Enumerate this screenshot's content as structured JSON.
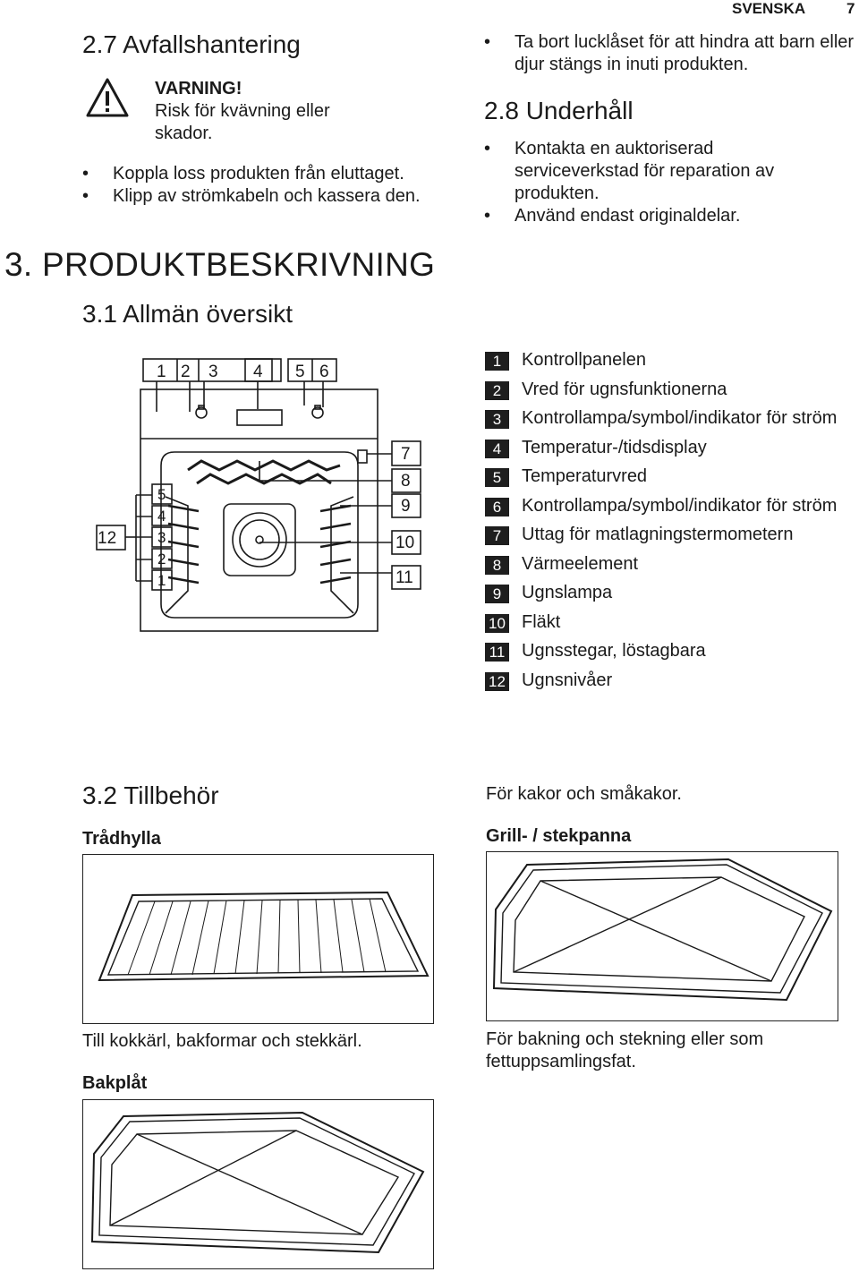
{
  "header": {
    "language": "SVENSKA",
    "page_number": "7"
  },
  "sec27": {
    "title": "2.7 Avfallshantering",
    "warning_title": "VARNING!",
    "warning_text": "Risk för kvävning eller skador.",
    "bullets": [
      "Koppla loss produkten från eluttaget.",
      "Klipp av strömkabeln och kassera den."
    ]
  },
  "sec27_right": {
    "bullets": [
      "Ta bort lucklåset för att hindra att barn eller djur stängs in inuti produkten."
    ]
  },
  "sec28": {
    "title": "2.8 Underhåll",
    "bullets": [
      "Kontakta en auktoriserad serviceverkstad för reparation av produkten.",
      "Använd endast originaldelar."
    ]
  },
  "sec3": {
    "title": "3. PRODUKTBESKRIVNING"
  },
  "sec31": {
    "title": "3.1 Allmän översikt",
    "diagram_callouts": {
      "top": [
        "1",
        "2",
        "3",
        "4",
        "5",
        "6"
      ],
      "right": [
        "7",
        "8",
        "9",
        "10",
        "11"
      ],
      "left": "12",
      "levels": [
        "5",
        "4",
        "3",
        "2",
        "1"
      ]
    },
    "legend": [
      {
        "num": "1",
        "label": "Kontrollpanelen"
      },
      {
        "num": "2",
        "label": "Vred för ugnsfunktionerna"
      },
      {
        "num": "3",
        "label": "Kontrollampa/symbol/indikator för ström"
      },
      {
        "num": "4",
        "label": "Temperatur-/tidsdisplay"
      },
      {
        "num": "5",
        "label": "Temperaturvred"
      },
      {
        "num": "6",
        "label": "Kontrollampa/symbol/indikator för ström"
      },
      {
        "num": "7",
        "label": "Uttag för matlagningstermometern"
      },
      {
        "num": "8",
        "label": "Värmeelement"
      },
      {
        "num": "9",
        "label": "Ugnslampa"
      },
      {
        "num": "10",
        "label": "Fläkt"
      },
      {
        "num": "11",
        "label": "Ugnsstegar, löstagbara"
      },
      {
        "num": "12",
        "label": "Ugnsnivåer"
      }
    ]
  },
  "sec32": {
    "title": "3.2 Tillbehör",
    "items": [
      {
        "name": "Trådhylla",
        "desc": "Till kokkärl, bakformar och stekkärl."
      },
      {
        "name": "Bakplåt",
        "desc": "För kakor och småkakor."
      },
      {
        "name": "Grill- / stekpanna",
        "desc": "För bakning och stekning eller som fettuppsamlingsfat."
      }
    ]
  }
}
